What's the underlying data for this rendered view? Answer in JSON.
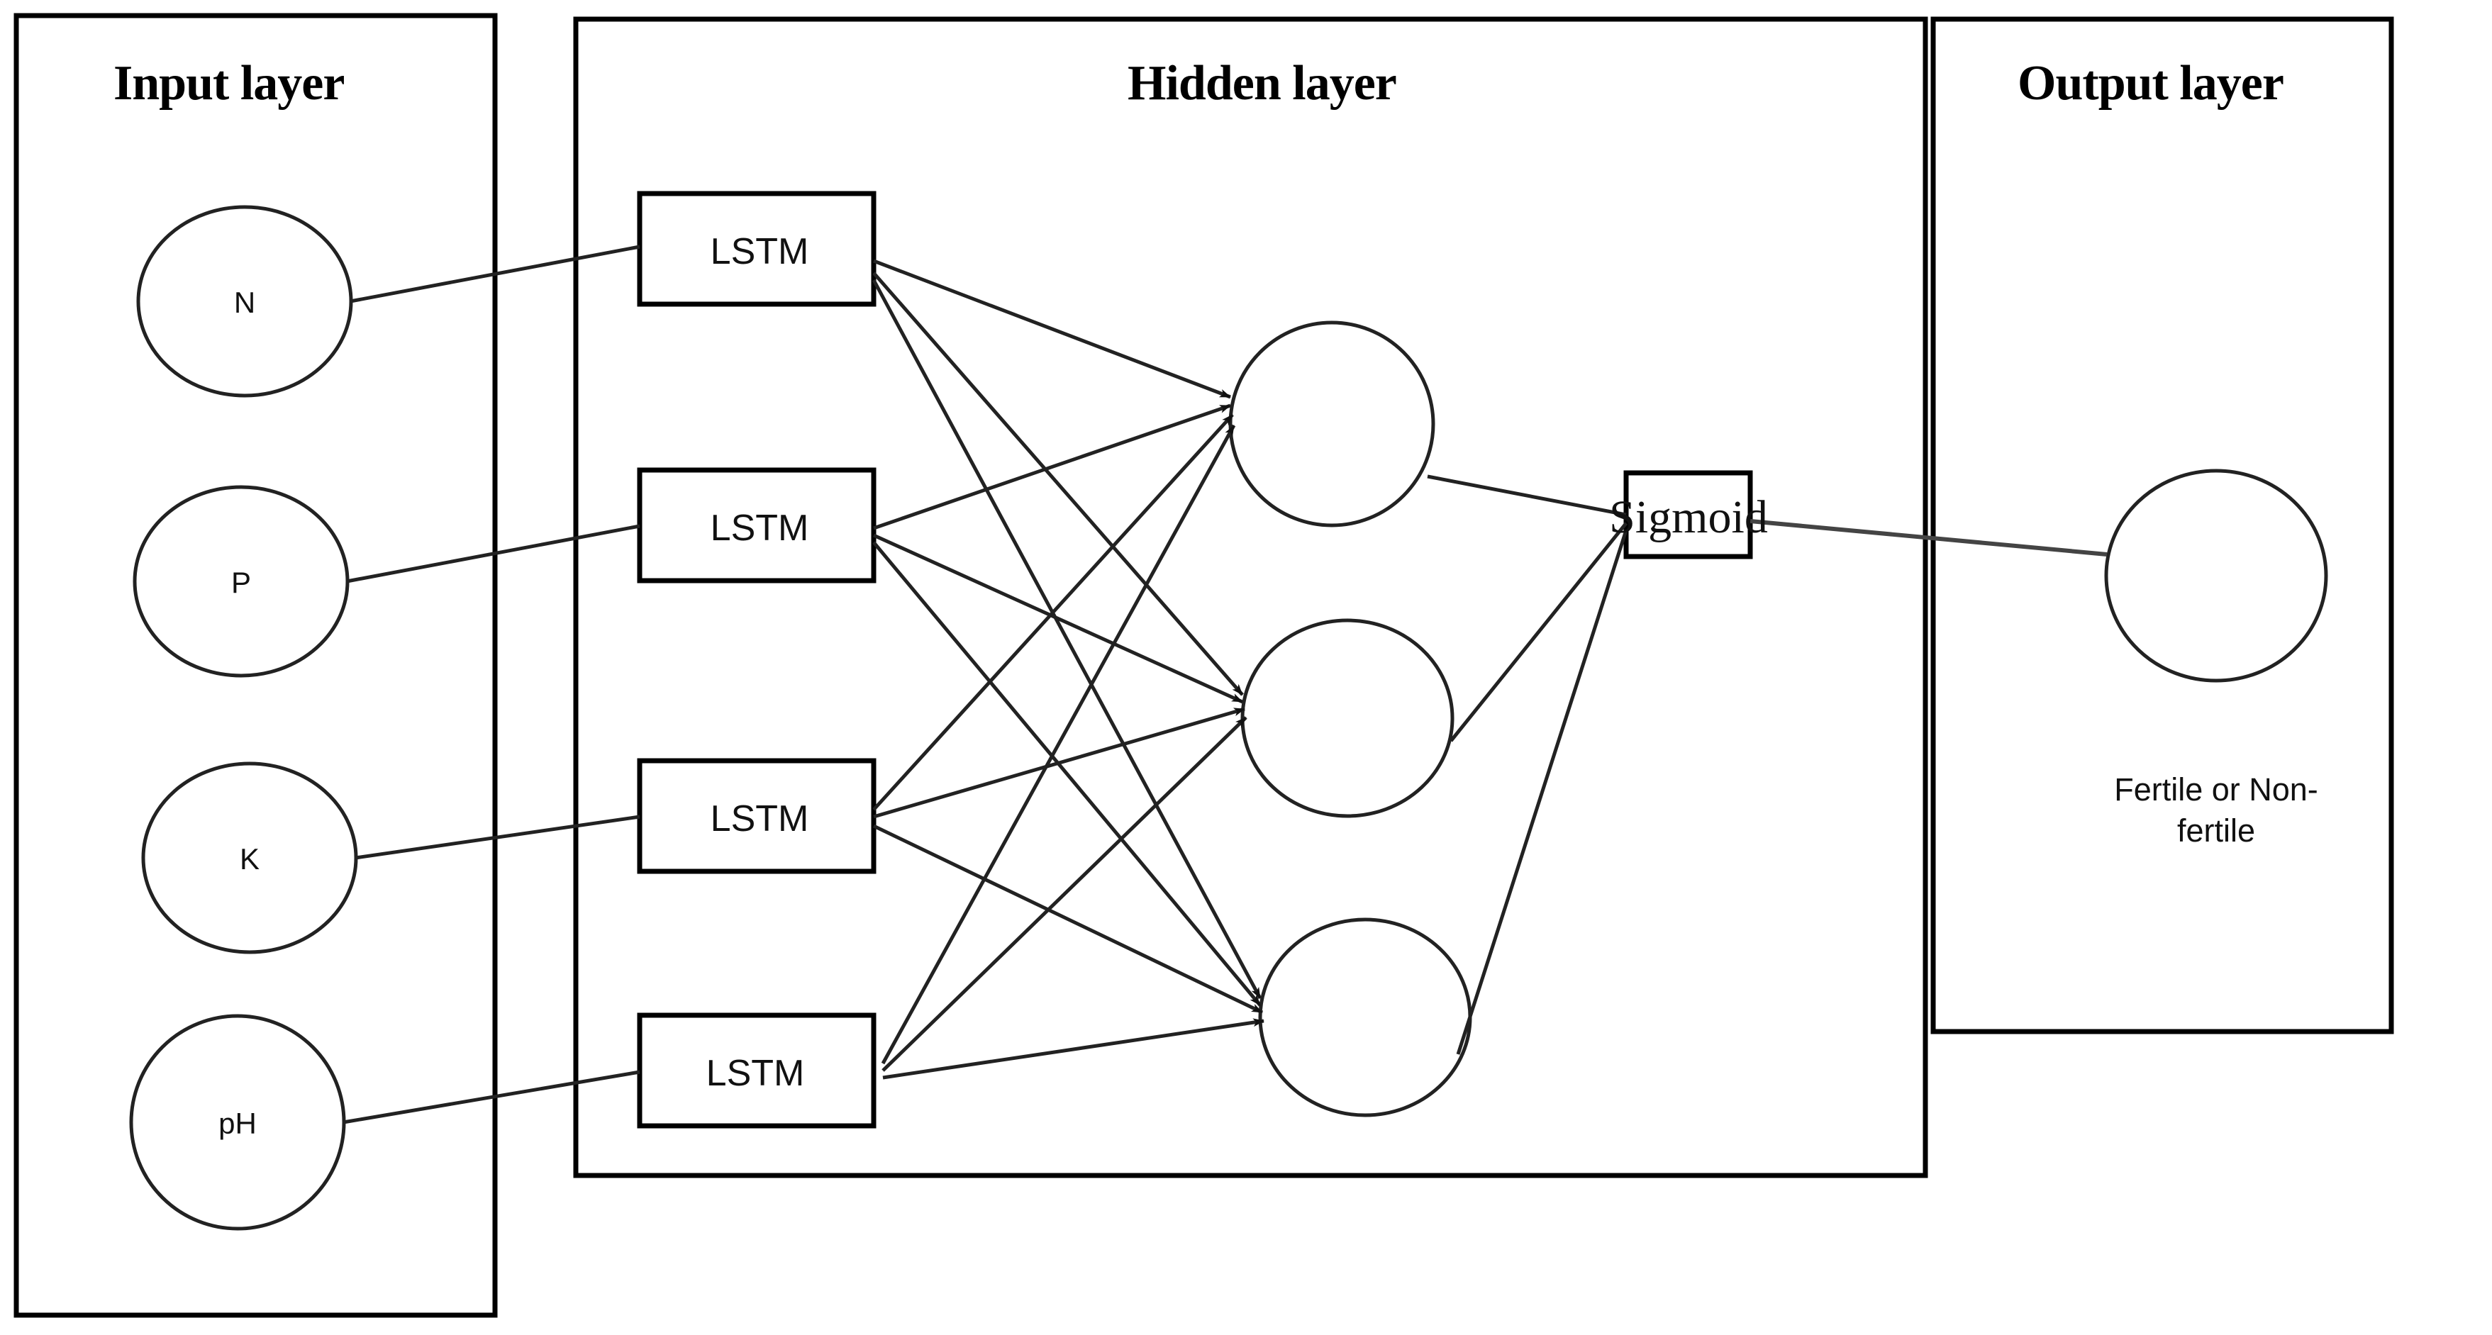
{
  "diagram": {
    "type": "neural-network-architecture",
    "stroke_color": "#000000",
    "background_color": "#ffffff",
    "layers": [
      {
        "id": "input",
        "title": "Input layer",
        "nodes": [
          {
            "label": "N"
          },
          {
            "label": "P"
          },
          {
            "label": "K"
          },
          {
            "label": "pH"
          }
        ]
      },
      {
        "id": "hidden",
        "title": "Hidden layer",
        "lstm_blocks": [
          {
            "label": "LSTM"
          },
          {
            "label": "LSTM"
          },
          {
            "label": "LSTM"
          },
          {
            "label": "LSTM"
          }
        ],
        "neurons": [
          {
            "label": ""
          },
          {
            "label": ""
          },
          {
            "label": ""
          }
        ],
        "activation": {
          "label": "Sigmoid"
        }
      },
      {
        "id": "output",
        "title": "Output layer",
        "nodes": [
          {
            "label": ""
          }
        ],
        "caption_line_1": "Fertile or Non-",
        "caption_line_2": "fertile"
      }
    ]
  }
}
